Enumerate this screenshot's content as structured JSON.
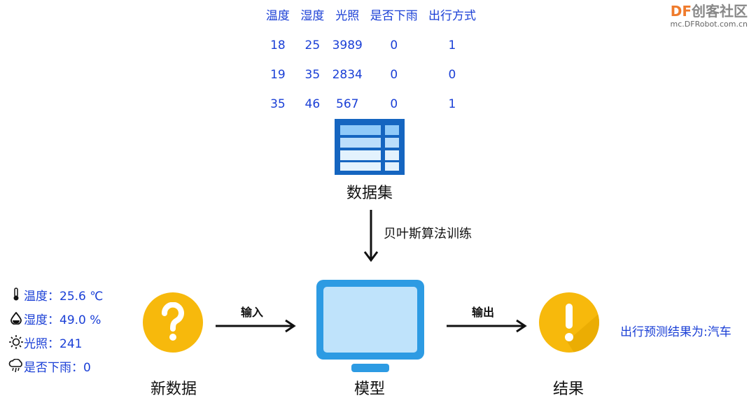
{
  "watermark": {
    "brand_df": "DF",
    "brand_cn": "创客社区",
    "url": "mc.DFRobot.com.cn"
  },
  "dataset_table": {
    "headers": [
      "温度",
      "湿度",
      "光照",
      "是否下雨",
      "出行方式"
    ],
    "rows": [
      [
        "18",
        "25",
        "3989",
        "0",
        "1"
      ],
      [
        "19",
        "35",
        "2834",
        "0",
        "0"
      ],
      [
        "35",
        "46",
        "567",
        "0",
        "1"
      ]
    ]
  },
  "dataset_label": "数据集",
  "training_label": "贝叶斯算法训练",
  "new_data": {
    "items": [
      {
        "icon": "thermometer-icon",
        "text": "温度：25.6 ℃"
      },
      {
        "icon": "droplet-icon",
        "text": "湿度：49.0 %"
      },
      {
        "icon": "sun-icon",
        "text": "光照：241"
      },
      {
        "icon": "rain-cloud-icon",
        "text": "是否下雨：0"
      }
    ],
    "label": "新数据"
  },
  "input_label": "输入",
  "model_label": "模型",
  "output_label": "输出",
  "result_label": "结果",
  "result_text": "出行预测结果为:汽车",
  "colors": {
    "accent_blue": "#1a3fd6",
    "circle_yellow": "#f7b90c",
    "monitor_blue": "#2d9be3",
    "table_blue": "#1565c0",
    "brand_orange": "#ef7b2c"
  }
}
